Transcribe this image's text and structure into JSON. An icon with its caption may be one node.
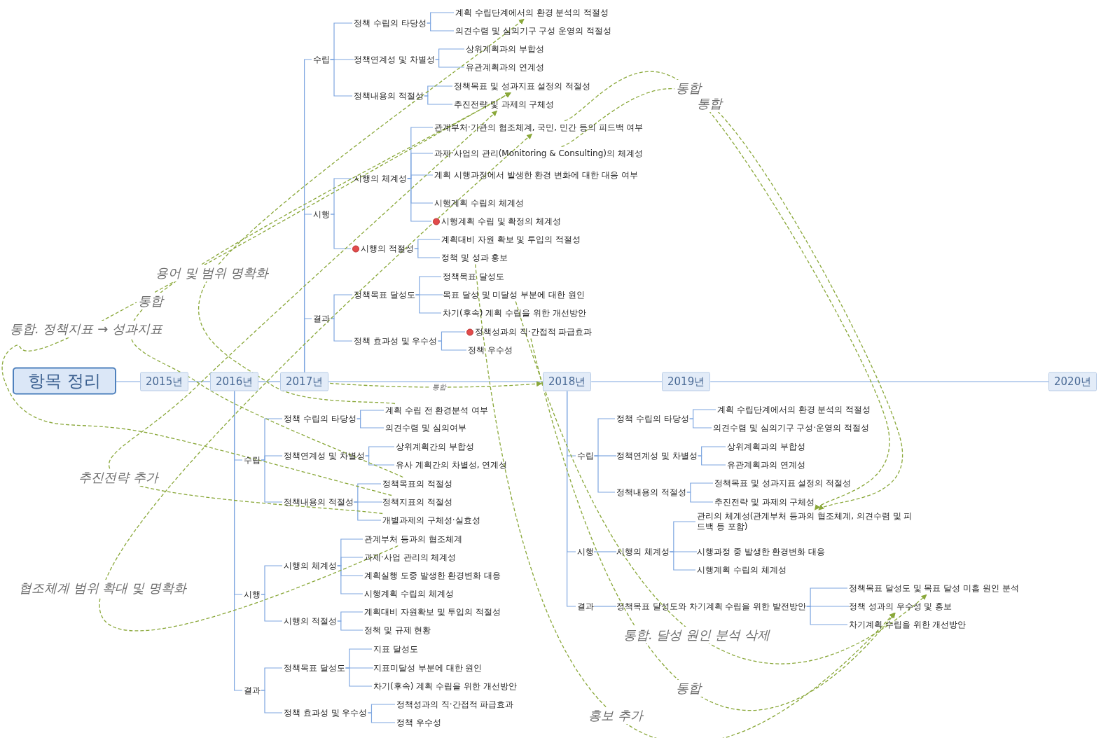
{
  "diagram": {
    "nodes": [
      {
        "text": [
          "항목 정리"
        ]
      },
      {
        "text": [
          "2015년"
        ]
      },
      {
        "text": [
          "2016년"
        ]
      },
      {
        "text": [
          "2017년"
        ]
      },
      {
        "text": [
          "2018년"
        ]
      },
      {
        "text": [
          "2019년"
        ]
      },
      {
        "text": [
          "2020년"
        ]
      },
      {
        "text": [
          "수립"
        ]
      },
      {
        "text": [
          "정책 수립의 타당성"
        ]
      },
      {
        "text": [
          "계획 수립단계에서의 환경 분석의 적절성"
        ]
      },
      {
        "text": [
          "의견수렴 및 심의기구 구성 운영의 적절성"
        ]
      },
      {
        "text": [
          "정책연계성 및 차별성"
        ]
      },
      {
        "text": [
          "상위계획과의 부합성"
        ]
      },
      {
        "text": [
          "유관계획과의 연계성"
        ]
      },
      {
        "text": [
          "정책내용의 적절성"
        ]
      },
      {
        "text": [
          "정책목표 및 성과지표 설정의 적절성"
        ]
      },
      {
        "text": [
          "추진전략 및 과제의 구체성"
        ]
      },
      {
        "text": [
          "시행"
        ]
      },
      {
        "text": [
          "시행의 체계성"
        ]
      },
      {
        "text": [
          "관계부처·기관의 협조체계, 국민, 민간 등의 피드백 여부"
        ]
      },
      {
        "text": [
          "과제·사업의 관리(Monitoring & Consulting)의 체계성"
        ]
      },
      {
        "text": [
          "계획 시행과정에서 발생한 환경 변화에 대한 대응 여부"
        ]
      },
      {
        "text": [
          "시행계획 수립의 체계성"
        ]
      },
      {
        "text": [
          "시행계획 수립 및 확정의 체계성"
        ]
      },
      {
        "text": [
          "시행의 적절성"
        ]
      },
      {
        "text": [
          "계획대비 자원 확보 및 투입의 적절성"
        ]
      },
      {
        "text": [
          "정책 및 성과 홍보"
        ]
      },
      {
        "text": [
          "결과"
        ]
      },
      {
        "text": [
          "정책목표 달성도"
        ]
      },
      {
        "text": [
          "정책목표 달성도"
        ]
      },
      {
        "text": [
          "목표 달성 및 미달성 부분에 대한 원인"
        ]
      },
      {
        "text": [
          "차기(후속) 계획 수립을 위한 개선방안"
        ]
      },
      {
        "text": [
          "정책 효과성 및 우수성"
        ]
      },
      {
        "text": [
          "정책성과의 직·간접적 파급효과"
        ]
      },
      {
        "text": [
          "정책 우수성"
        ]
      },
      {
        "text": [
          "수립"
        ]
      },
      {
        "text": [
          "정책 수립의 타당성"
        ]
      },
      {
        "text": [
          "계획 수립 전 환경분석 여부"
        ]
      },
      {
        "text": [
          "의견수렴 및 심의여부"
        ]
      },
      {
        "text": [
          "정책연계성 및 차별성"
        ]
      },
      {
        "text": [
          "상위계획간의 부합성"
        ]
      },
      {
        "text": [
          "유사 계획간의 차별성, 연계성"
        ]
      },
      {
        "text": [
          "정책내용의 적절성"
        ]
      },
      {
        "text": [
          "정책목표의 적절성"
        ]
      },
      {
        "text": [
          "정책지표의 적절성"
        ]
      },
      {
        "text": [
          "개별과제의 구체성·실효성"
        ]
      },
      {
        "text": [
          "시행"
        ]
      },
      {
        "text": [
          "시행의 체계성"
        ]
      },
      {
        "text": [
          "관계부처 등과의 협조체계"
        ]
      },
      {
        "text": [
          "과제·사업 관리의 체계성"
        ]
      },
      {
        "text": [
          "계획실행 도중 발생한 환경변화 대응"
        ]
      },
      {
        "text": [
          "시행계획 수립의 체계성"
        ]
      },
      {
        "text": [
          "시행의 적절성"
        ]
      },
      {
        "text": [
          "계획대비 자원확보 및 투입의 적절성"
        ]
      },
      {
        "text": [
          "정책 및 규제 현황"
        ]
      },
      {
        "text": [
          "결과"
        ]
      },
      {
        "text": [
          "정책목표 달성도"
        ]
      },
      {
        "text": [
          "지표 달성도"
        ]
      },
      {
        "text": [
          "지표미달성 부분에 대한 원인"
        ]
      },
      {
        "text": [
          "차기(후속) 계획 수립을 위한 개선방안"
        ]
      },
      {
        "text": [
          "정책 효과성 및 우수성"
        ]
      },
      {
        "text": [
          "정책성과의 직·간접적 파급효과"
        ]
      },
      {
        "text": [
          "정책 우수성"
        ]
      },
      {
        "text": [
          "수립"
        ]
      },
      {
        "text": [
          "정책 수립의 타당성"
        ]
      },
      {
        "text": [
          "계획 수립단계에서의 환경 분석의 적절성"
        ]
      },
      {
        "text": [
          "의견수렴 및 심의기구 구성·운영의 적절성"
        ]
      },
      {
        "text": [
          "정책연계성 및 차별성"
        ]
      },
      {
        "text": [
          "상위계획과의 부합성"
        ]
      },
      {
        "text": [
          "유관계획과의 연계성"
        ]
      },
      {
        "text": [
          "정책내용의 적절성"
        ]
      },
      {
        "text": [
          "정책목표 및 성과지표 설정의 적절성"
        ]
      },
      {
        "text": [
          "추진전략 및 과제의 구체성"
        ]
      },
      {
        "text": [
          "시행"
        ]
      },
      {
        "text": [
          "시행의 체계성"
        ]
      },
      {
        "text": [
          "관리의 체계성(관계부처 등과의 협조체계, 의견수렴 및 피드백 등 포함)"
        ]
      },
      {
        "text": [
          "시행과정 중 발생한 환경변화 대응"
        ]
      },
      {
        "text": [
          "시행계획 수립의 체계성"
        ]
      },
      {
        "text": [
          "결과"
        ]
      },
      {
        "text": [
          "정책목표 달성도와 차기계획 수립을 위한 발전방안"
        ]
      },
      {
        "text": [
          "정책목표 달성도 및 목표 달성 미흡 원인 분석"
        ]
      },
      {
        "text": [
          "정책 성과의 우수성 및 홍보"
        ]
      },
      {
        "text": [
          "차기계획 수립을 위한 개선방안"
        ]
      }
    ],
    "edges": [
      {
        "from": 0,
        "to": 1,
        "arrow": "none"
      },
      {
        "from": 1,
        "to": 2,
        "arrow": "none"
      },
      {
        "from": 2,
        "to": 3,
        "arrow": "none"
      },
      {
        "from": 3,
        "to": 4,
        "arrow": "none"
      },
      {
        "from": 4,
        "to": 5,
        "arrow": "none"
      },
      {
        "from": 5,
        "to": 6,
        "arrow": "none"
      },
      {
        "from": 3,
        "to": 7,
        "arrow": "none"
      },
      {
        "from": 7,
        "to": 8,
        "arrow": "none"
      },
      {
        "from": 8,
        "to": 9,
        "arrow": "none"
      },
      {
        "from": 8,
        "to": 10,
        "arrow": "none"
      },
      {
        "from": 7,
        "to": 11,
        "arrow": "none"
      },
      {
        "from": 11,
        "to": 12,
        "arrow": "none"
      },
      {
        "from": 11,
        "to": 13,
        "arrow": "none"
      },
      {
        "from": 7,
        "to": 14,
        "arrow": "none"
      },
      {
        "from": 14,
        "to": 15,
        "arrow": "none"
      },
      {
        "from": 14,
        "to": 16,
        "arrow": "none"
      },
      {
        "from": 3,
        "to": 17,
        "arrow": "none"
      },
      {
        "from": 17,
        "to": 18,
        "arrow": "none"
      },
      {
        "from": 18,
        "to": 19,
        "arrow": "none"
      },
      {
        "from": 18,
        "to": 20,
        "arrow": "none"
      },
      {
        "from": 18,
        "to": 21,
        "arrow": "none"
      },
      {
        "from": 18,
        "to": 22,
        "arrow": "none"
      },
      {
        "from": 18,
        "to": 23,
        "arrow": "none"
      },
      {
        "from": 17,
        "to": 24,
        "arrow": "none"
      },
      {
        "from": 24,
        "to": 25,
        "arrow": "none"
      },
      {
        "from": 24,
        "to": 26,
        "arrow": "none"
      },
      {
        "from": 3,
        "to": 27,
        "arrow": "none"
      },
      {
        "from": 27,
        "to": 28,
        "arrow": "none"
      },
      {
        "from": 28,
        "to": 29,
        "arrow": "none"
      },
      {
        "from": 28,
        "to": 30,
        "arrow": "none"
      },
      {
        "from": 28,
        "to": 31,
        "arrow": "none"
      },
      {
        "from": 27,
        "to": 32,
        "arrow": "none"
      },
      {
        "from": 32,
        "to": 33,
        "arrow": "none"
      },
      {
        "from": 32,
        "to": 34,
        "arrow": "none"
      },
      {
        "from": 2,
        "to": 35,
        "arrow": "none"
      },
      {
        "from": 35,
        "to": 36,
        "arrow": "none"
      },
      {
        "from": 36,
        "to": 37,
        "arrow": "none"
      },
      {
        "from": 36,
        "to": 38,
        "arrow": "none"
      },
      {
        "from": 35,
        "to": 39,
        "arrow": "none"
      },
      {
        "from": 39,
        "to": 40,
        "arrow": "none"
      },
      {
        "from": 39,
        "to": 41,
        "arrow": "none"
      },
      {
        "from": 35,
        "to": 42,
        "arrow": "none"
      },
      {
        "from": 42,
        "to": 43,
        "arrow": "none"
      },
      {
        "from": 42,
        "to": 44,
        "arrow": "none"
      },
      {
        "from": 42,
        "to": 45,
        "arrow": "none"
      },
      {
        "from": 2,
        "to": 46,
        "arrow": "none"
      },
      {
        "from": 46,
        "to": 47,
        "arrow": "none"
      },
      {
        "from": 47,
        "to": 48,
        "arrow": "none"
      },
      {
        "from": 47,
        "to": 49,
        "arrow": "none"
      },
      {
        "from": 47,
        "to": 50,
        "arrow": "none"
      },
      {
        "from": 47,
        "to": 51,
        "arrow": "none"
      },
      {
        "from": 46,
        "to": 52,
        "arrow": "none"
      },
      {
        "from": 52,
        "to": 53,
        "arrow": "none"
      },
      {
        "from": 52,
        "to": 54,
        "arrow": "none"
      },
      {
        "from": 2,
        "to": 55,
        "arrow": "none"
      },
      {
        "from": 55,
        "to": 56,
        "arrow": "none"
      },
      {
        "from": 56,
        "to": 57,
        "arrow": "none"
      },
      {
        "from": 56,
        "to": 58,
        "arrow": "none"
      },
      {
        "from": 56,
        "to": 59,
        "arrow": "none"
      },
      {
        "from": 55,
        "to": 60,
        "arrow": "none"
      },
      {
        "from": 60,
        "to": 61,
        "arrow": "none"
      },
      {
        "from": 60,
        "to": 62,
        "arrow": "none"
      },
      {
        "from": 4,
        "to": 63,
        "arrow": "none"
      },
      {
        "from": 63,
        "to": 64,
        "arrow": "none"
      },
      {
        "from": 64,
        "to": 65,
        "arrow": "none"
      },
      {
        "from": 64,
        "to": 66,
        "arrow": "none"
      },
      {
        "from": 63,
        "to": 67,
        "arrow": "none"
      },
      {
        "from": 67,
        "to": 68,
        "arrow": "none"
      },
      {
        "from": 67,
        "to": 69,
        "arrow": "none"
      },
      {
        "from": 63,
        "to": 70,
        "arrow": "none"
      },
      {
        "from": 70,
        "to": 71,
        "arrow": "none"
      },
      {
        "from": 70,
        "to": 72,
        "arrow": "none"
      },
      {
        "from": 4,
        "to": 73,
        "arrow": "none"
      },
      {
        "from": 73,
        "to": 74,
        "arrow": "none"
      },
      {
        "from": 74,
        "to": 75,
        "arrow": "none"
      },
      {
        "from": 74,
        "to": 76,
        "arrow": "none"
      },
      {
        "from": 74,
        "to": 77,
        "arrow": "none"
      },
      {
        "from": 4,
        "to": 78,
        "arrow": "none"
      },
      {
        "from": 78,
        "to": 79,
        "arrow": "none"
      },
      {
        "from": 79,
        "to": 80,
        "arrow": "none"
      },
      {
        "from": 79,
        "to": 81,
        "arrow": "none"
      },
      {
        "from": 79,
        "to": 82,
        "arrow": "none"
      },
      {
        "from": 37,
        "to": 9,
        "label": "용어 및 범위 명확화",
        "arrow": "to",
        "style": "dashed",
        "color": "#8aa83a"
      },
      {
        "from": 43,
        "to": 15,
        "label": "통합",
        "arrow": "to",
        "style": "dashed",
        "color": "#8aa83a"
      },
      {
        "from": 44,
        "to": 15,
        "label": "통합. 정책지표 → 성과지표",
        "arrow": "to",
        "style": "dashed",
        "color": "#8aa83a"
      },
      {
        "from": 45,
        "to": 16,
        "label": "추진전략 추가",
        "arrow": "to",
        "style": "dashed",
        "color": "#8aa83a"
      },
      {
        "from": 48,
        "to": 19,
        "label": "협조체계 범위 확대 및 명확화",
        "arrow": "to",
        "style": "dashed",
        "color": "#8aa83a"
      },
      {
        "from": 19,
        "to": 75,
        "label": "통합",
        "arrow": "to",
        "style": "dashed",
        "color": "#8aa83a"
      },
      {
        "from": 20,
        "to": 75,
        "label": "통합",
        "arrow": "to",
        "style": "dashed",
        "color": "#8aa83a"
      },
      {
        "from": 3,
        "to": 4,
        "label": "통합",
        "arrow": "to",
        "style": "dashed",
        "color": "#8aa83a"
      },
      {
        "from": 30,
        "to": 80,
        "label": "통합. 달성 원인 분석 삭제",
        "arrow": "to",
        "style": "dashed",
        "color": "#8aa83a"
      },
      {
        "from": 33,
        "to": 81,
        "label": "통합",
        "arrow": "to",
        "style": "dashed",
        "color": "#8aa83a"
      },
      {
        "from": 26,
        "to": 81,
        "label": "홍보 추가",
        "arrow": "to",
        "style": "dashed",
        "color": "#8aa83a"
      }
    ]
  }
}
